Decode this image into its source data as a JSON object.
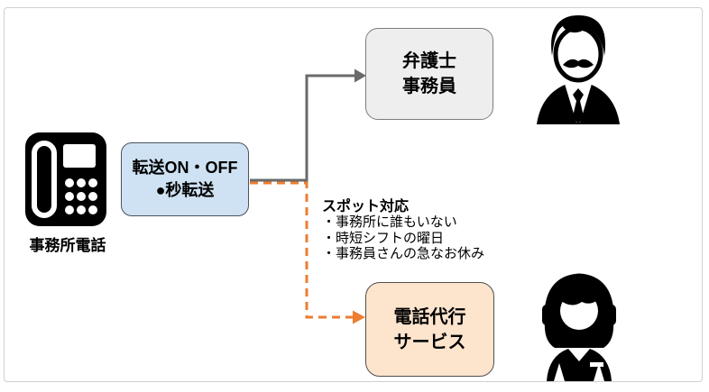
{
  "phone": {
    "label": "事務所電話"
  },
  "forward_box": {
    "line1": "転送ON・OFF",
    "line2": "●秒転送"
  },
  "lawyer_box": {
    "line1": "弁護士",
    "line2": "事務員"
  },
  "service_box": {
    "line1": "電話代行",
    "line2": "サービス"
  },
  "note": {
    "title": "スポット対応",
    "items": [
      "・事務所に誰もいない",
      "・時短シフトの曜日",
      "・事務員さんの急なお休み"
    ]
  },
  "colors": {
    "forward_box_fill": "#cfe2f3",
    "lawyer_box_fill": "#eeeeee",
    "service_box_fill": "#fce4cd",
    "solid_arrow": "#6a6a6a",
    "dashed_arrow": "#ed7d31",
    "icon_black": "#000000"
  }
}
